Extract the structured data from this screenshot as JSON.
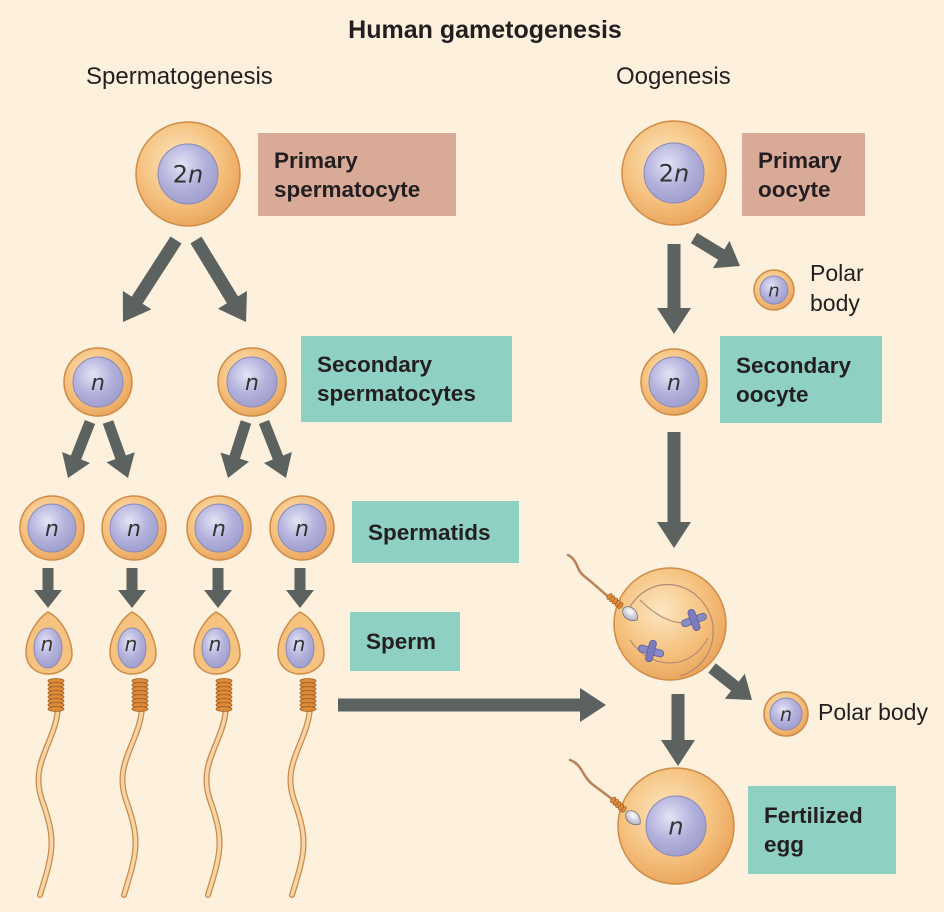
{
  "title": "Human gametogenesis",
  "sections": {
    "left": "Spermatogenesis",
    "right": "Oogenesis"
  },
  "labels": {
    "primary_spermatocyte": [
      "Primary",
      "spermatocyte"
    ],
    "secondary_spermatocytes": [
      "Secondary",
      "spermatocytes"
    ],
    "spermatids": "Spermatids",
    "sperm": "Sperm",
    "primary_oocyte": [
      "Primary",
      "oocyte"
    ],
    "secondary_oocyte": [
      "Secondary",
      "oocyte"
    ],
    "fertilized_egg": [
      "Fertilized",
      "egg"
    ],
    "polar_body_1": [
      "Polar",
      "body"
    ],
    "polar_body_2": "Polar body"
  },
  "ploidy": {
    "diploid": "2n",
    "haploid": "n"
  },
  "colors": {
    "background": "#fdf0dc",
    "cell": "#f5c27f",
    "nucleus": "#9d9ccc",
    "arrow": "#5c625f",
    "label_pink": "#d9aa98",
    "label_teal": "#8fd0c4",
    "midpiece": "#dd8a3a"
  }
}
